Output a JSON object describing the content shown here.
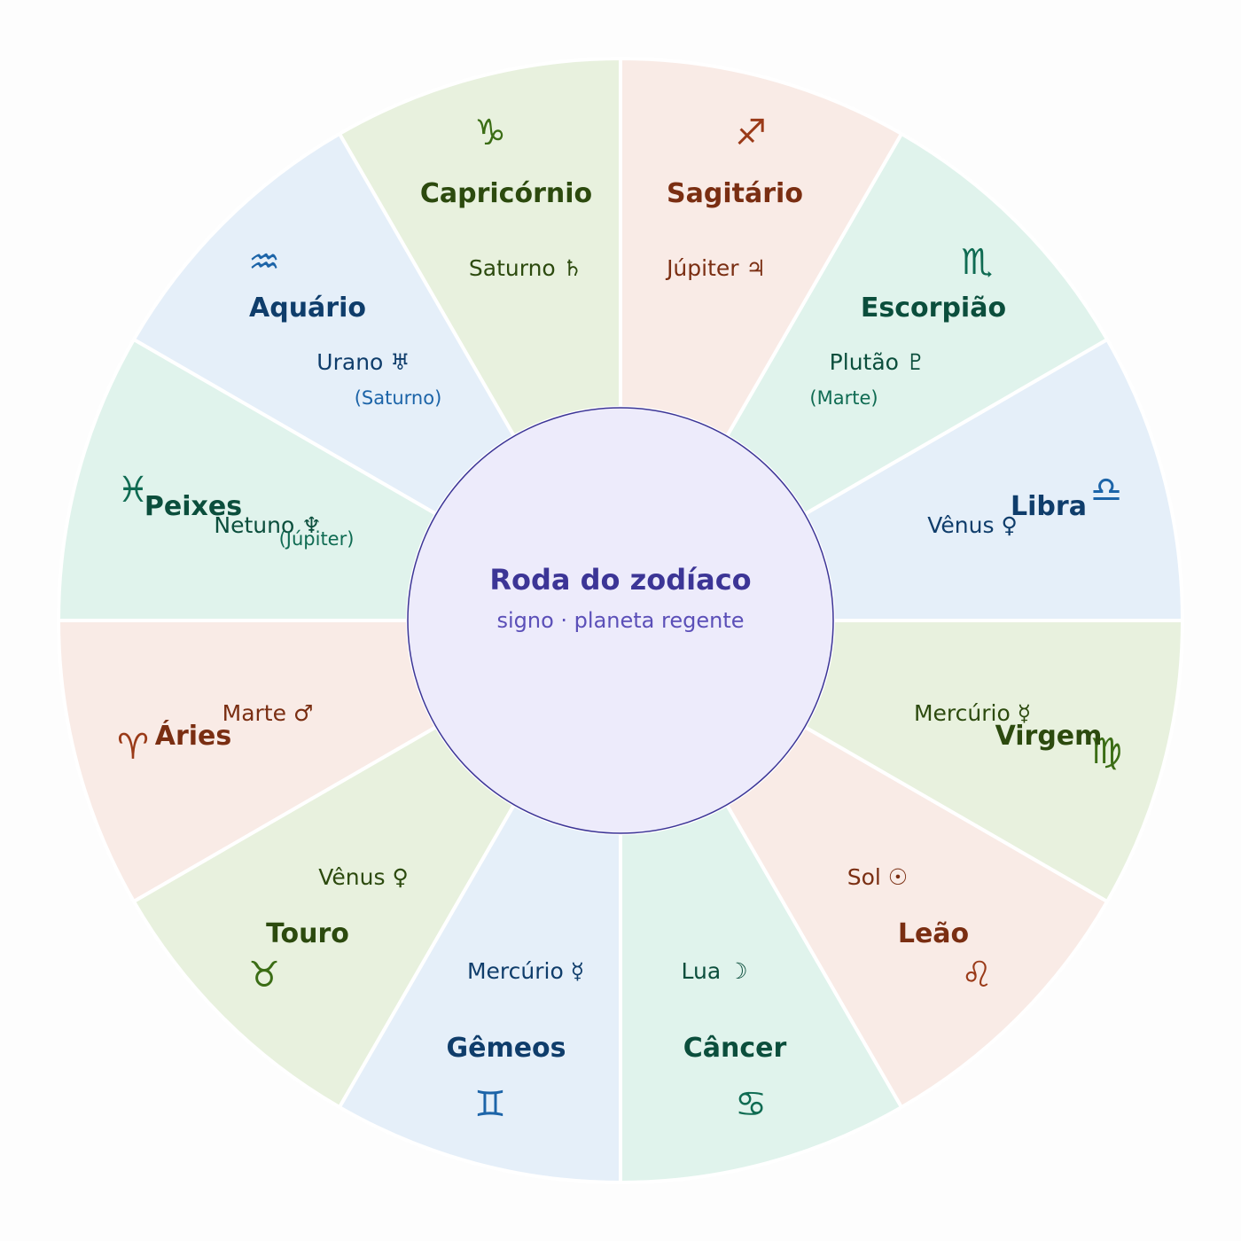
{
  "center": {
    "title": "Roda do zodíaco",
    "subtitle": "signo · planeta regente"
  },
  "palette": {
    "fire": {
      "fill": "#f9ebe6",
      "text": "#7a2e12",
      "glyph": "#9a3a18"
    },
    "earth": {
      "fill": "#e8f1de",
      "text": "#2c4a0e",
      "glyph": "#3b6d15"
    },
    "air": {
      "fill": "#e5eff9",
      "text": "#0f3d6b",
      "glyph": "#1c64a8"
    },
    "water": {
      "fill": "#e0f3ec",
      "text": "#0b4e3c",
      "glyph": "#0f6b52"
    },
    "hub_fill": "#edebfb",
    "hub_stroke": "#3c3596",
    "hub_title": "#3c3596",
    "hub_subtitle": "#5b4fb8",
    "divider": "#ffffff"
  },
  "signs": [
    {
      "name": "Áries",
      "glyph": "♈",
      "ruler": "Marte ♂",
      "element": "fire",
      "alt": ""
    },
    {
      "name": "Touro",
      "glyph": "♉",
      "ruler": "Vênus ♀",
      "element": "earth",
      "alt": ""
    },
    {
      "name": "Gêmeos",
      "glyph": "♊",
      "ruler": "Mercúrio ☿",
      "element": "air",
      "alt": ""
    },
    {
      "name": "Câncer",
      "glyph": "♋",
      "ruler": "Lua ☽",
      "element": "water",
      "alt": ""
    },
    {
      "name": "Leão",
      "glyph": "♌",
      "ruler": "Sol ☉",
      "element": "fire",
      "alt": ""
    },
    {
      "name": "Virgem",
      "glyph": "♍",
      "ruler": "Mercúrio ☿",
      "element": "earth",
      "alt": ""
    },
    {
      "name": "Libra",
      "glyph": "♎",
      "ruler": "Vênus ♀",
      "element": "air",
      "alt": ""
    },
    {
      "name": "Escorpião",
      "glyph": "♏",
      "ruler": "Plutão ♇",
      "element": "water",
      "alt": "(Marte)"
    },
    {
      "name": "Sagitário",
      "glyph": "♐",
      "ruler": "Júpiter ♃",
      "element": "fire",
      "alt": ""
    },
    {
      "name": "Capricórnio",
      "glyph": "♑",
      "ruler": "Saturno ♄",
      "element": "earth",
      "alt": ""
    },
    {
      "name": "Aquário",
      "glyph": "♒",
      "ruler": "Urano ♅",
      "element": "air",
      "alt": "(Saturno)"
    },
    {
      "name": "Peixes",
      "glyph": "♓",
      "ruler": "Netuno ♆",
      "element": "water",
      "alt": "(Júpiter)"
    }
  ]
}
